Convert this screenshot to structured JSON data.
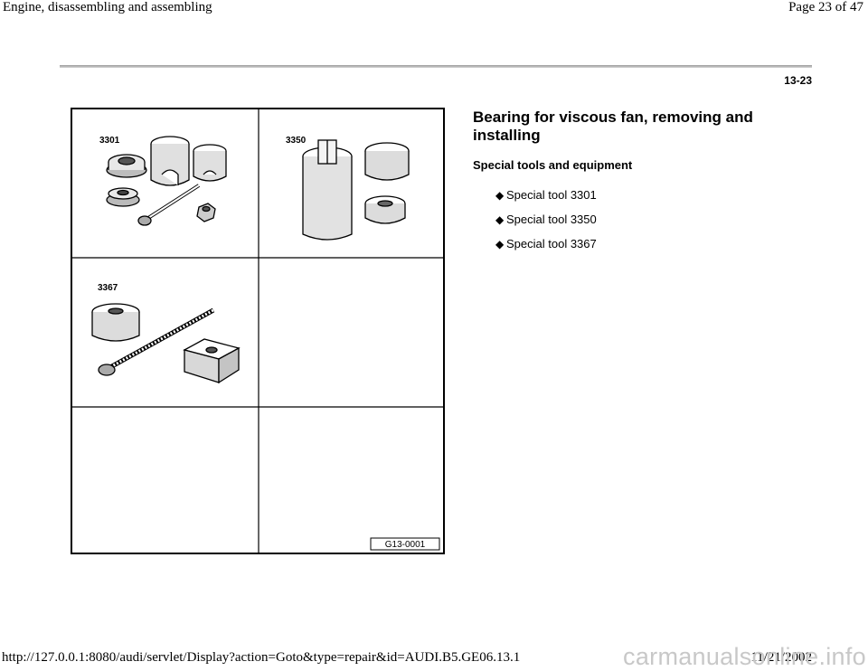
{
  "header": {
    "title": "Engine, disassembling and assembling",
    "page_indicator": "Page 23 of 47"
  },
  "page_number": "13-23",
  "figure": {
    "tool_labels": [
      "3301",
      "3350",
      "3367"
    ],
    "figure_id": "G13-0001"
  },
  "content": {
    "title": "Bearing for viscous fan, removing and installing",
    "subtitle": "Special tools and equipment",
    "items": [
      "Special tool 3301",
      "Special tool 3350",
      "Special tool 3367"
    ]
  },
  "footer": {
    "url": "http://127.0.0.1:8080/audi/servlet/Display?action=Goto&type=repair&id=AUDI.B5.GE06.13.1",
    "date": "11/21/2002"
  },
  "watermark": "carmanualsonline.info"
}
